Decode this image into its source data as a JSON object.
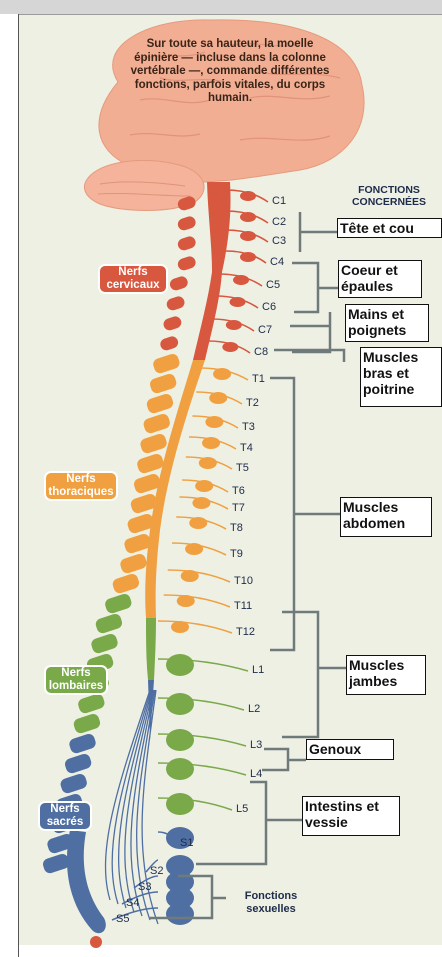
{
  "intro_text": "Sur toute sa hauteur, la moelle épinière — incluse dans la colonne vertébrale —, commande différentes fonctions, parfois vitales, du corps humain.",
  "heading": "FONCTIONS CONCERNÉES",
  "regions": {
    "cervical": "Nerfs cervicaux",
    "thoracic": "Nerfs thoraciques",
    "lumbar": "Nerfs lombaires",
    "sacral": "Nerfs sacrés"
  },
  "vertebrae": [
    "C1",
    "C2",
    "C3",
    "C4",
    "C5",
    "C6",
    "C7",
    "C8",
    "T1",
    "T2",
    "T3",
    "T4",
    "T5",
    "T6",
    "T7",
    "T8",
    "T9",
    "T10",
    "T11",
    "T12",
    "L1",
    "L2",
    "L3",
    "L4",
    "L5",
    "S1",
    "S2",
    "S3",
    "S4",
    "S5"
  ],
  "functions": {
    "head_neck": "Tête et cou",
    "heart_shoulders": "Coeur et épaules",
    "hands_wrists": "Mains et poignets",
    "arm_chest_muscles": "Muscles bras et poitrine",
    "abdomen_muscles": "Muscles abdomen",
    "leg_muscles": "Muscles jambes",
    "knees": "Genoux",
    "bowel_bladder": "Intestins et vessie",
    "sexual_functions": "Fonctions sexuelles"
  },
  "colors": {
    "cervical": "#d8573f",
    "thoracic": "#f0a040",
    "lumbar": "#7aa94a",
    "sacral": "#4f6fa3",
    "brain": "#f2ae93",
    "background": "#eef0e4"
  }
}
